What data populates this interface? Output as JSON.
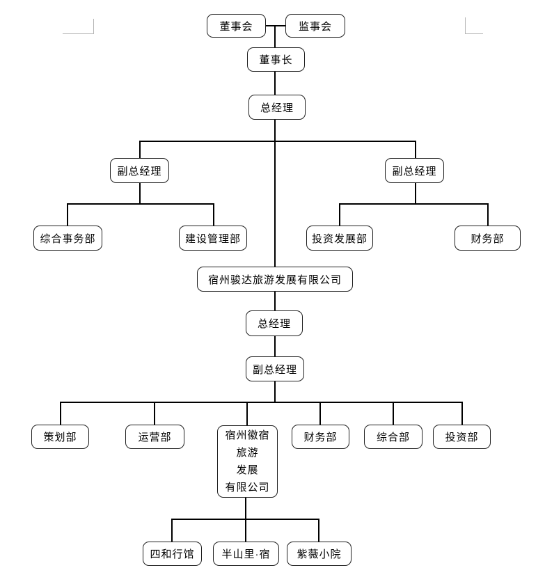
{
  "colors": {
    "background": "#ffffff",
    "connector": "#000000",
    "box_border": "#1f1f1f",
    "box_fill": "#ffffff",
    "text": "#000000",
    "margin_mark": "#b5b5b5"
  },
  "org_chart": {
    "group_top": {
      "board": "董事会",
      "supervisory_board": "监事会",
      "chairman": "董事长",
      "general_manager": "总经理",
      "deputy_gm_left": "副总经理",
      "deputy_gm_right": "副总经理",
      "dept_general_affairs": "综合事务部",
      "dept_construction_mgmt": "建设管理部",
      "dept_investment_dev": "投资发展部",
      "dept_finance": "财务部"
    },
    "group_junda": {
      "company": "宿州骏达旅游发展有限公司",
      "general_manager": "总经理",
      "deputy_gm": "副总经理",
      "dept_planning": "策划部",
      "dept_operations": "运营部",
      "dept_finance": "财务部",
      "dept_general": "综合部",
      "dept_investment": "投资部"
    },
    "group_huisu": {
      "company_line1": "宿州徽宿",
      "company_line2": "旅游",
      "company_line3": "发展",
      "company_line4": "有限公司",
      "hotel_sihe": "四和行馆",
      "hotel_banshanli": "半山里·宿",
      "hotel_ziwei": "紫薇小院"
    }
  }
}
